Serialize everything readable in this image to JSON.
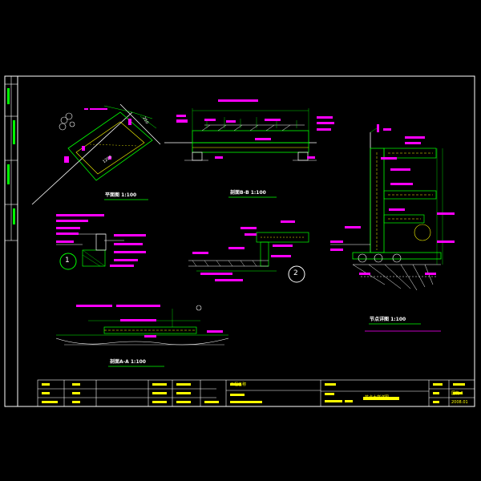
{
  "drawing": {
    "views": {
      "plan": {
        "title": "平面图",
        "scale": "1:100"
      },
      "section_bb": {
        "title": "剖面B-B",
        "scale": "1:100"
      },
      "section_aa": {
        "title": "剖面A-A",
        "scale": "1:100"
      },
      "detail_side": {
        "title": "节点详图",
        "scale": "1:100"
      }
    },
    "detail_markers": [
      "1",
      "2"
    ],
    "dimensions": {
      "plan_dim": "1200",
      "plan_dim2": "250"
    },
    "title_block": {
      "project": "工程名称",
      "drawing_title": "节点大样详图",
      "sheet_no": "园施-1",
      "date": "2008.01"
    }
  },
  "colors": {
    "frame": "#ffffff",
    "green": "#00ff00",
    "magenta": "#ff00ff",
    "yellow": "#ffff00",
    "cyan": "#00ffff",
    "white": "#ffffff"
  }
}
